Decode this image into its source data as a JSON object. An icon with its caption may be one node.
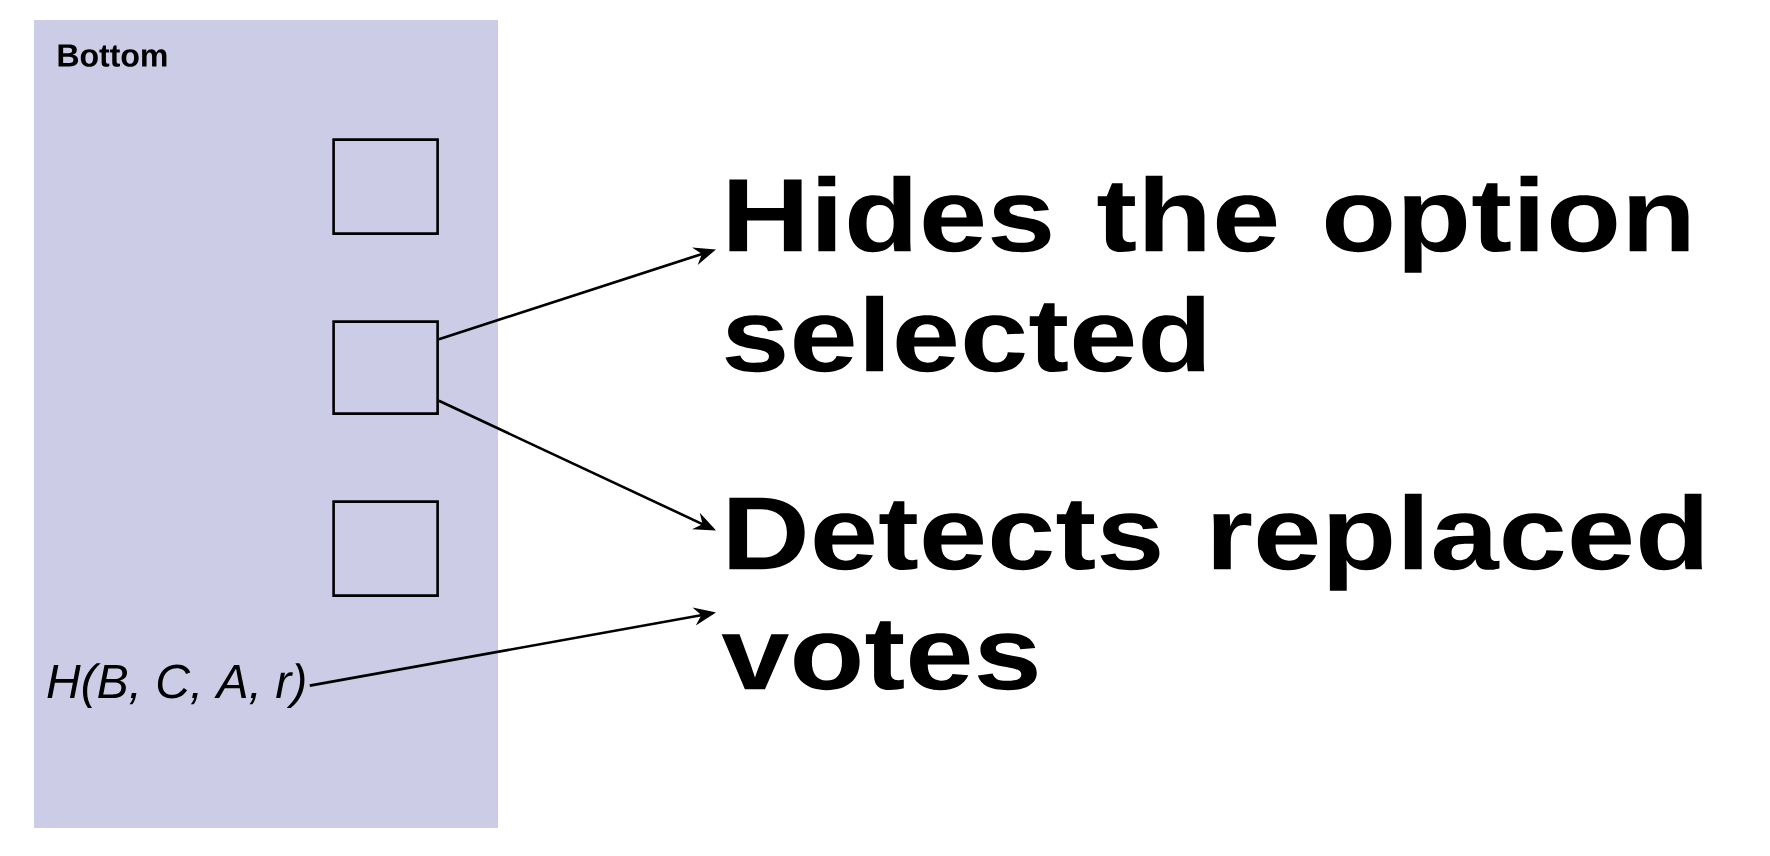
{
  "diagram": {
    "nodes": [
      {
        "text": [
          "Bottom"
        ]
      },
      {
        "text": [],
        "shape": "box",
        "in": 0
      },
      {
        "text": [],
        "shape": "box",
        "in": 0
      },
      {
        "text": [],
        "shape": "box",
        "in": 0
      },
      {
        "text": [
          "*H(B, C, A, r)*"
        ],
        "in": 0
      },
      {
        "text": [
          "Hides the option selected"
        ]
      },
      {
        "text": [
          "Detects replaced votes"
        ]
      }
    ],
    "edges": [
      {
        "from": 2,
        "to": 5,
        "arrow": "to"
      },
      {
        "from": 2,
        "to": 6,
        "arrow": "to"
      },
      {
        "from": 4,
        "to": 6,
        "arrow": "to"
      }
    ]
  }
}
